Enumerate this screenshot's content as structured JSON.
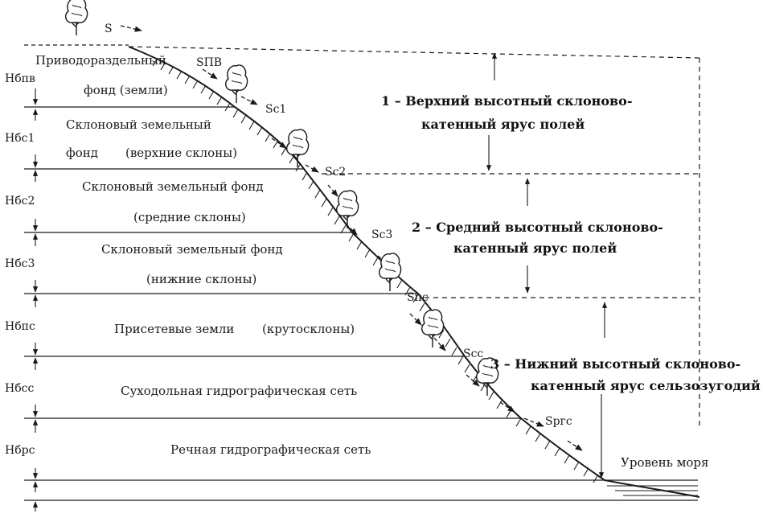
{
  "heights": [
    "Нбпв",
    "Нбс1",
    "Нбс2",
    "Нбс3",
    "Нбпс",
    "Нбсс",
    "Нбрс"
  ],
  "zones": {
    "watershed": [
      "Приводораздельный",
      "фонд (земли)"
    ],
    "upper_slopes": [
      "Склоновый земельный",
      "фонд",
      "(верхние склоны)"
    ],
    "middle_slopes": [
      "Склоновый земельный фонд",
      "(средние склоны)"
    ],
    "lower_slopes": [
      "Склоновый земельный фонд",
      "(нижние склоны)"
    ],
    "near_network": [
      "Присетевые земли",
      "(крутосклоны)"
    ],
    "dry_network": "Суходольная гидрографическая сеть",
    "river_network": "Речная гидрографическая сеть"
  },
  "slope_points": {
    "s": "S",
    "spv": "SПВ",
    "sc1": "Sc1",
    "sc2": "Sc2",
    "sc3": "Sc3",
    "sps": "Sпс",
    "ssc": "Sсс",
    "srgs": "Sргс"
  },
  "tiers": {
    "tier1": [
      "1 – Верхний высотный склоново-",
      "катенный ярус полей"
    ],
    "tier2": [
      "2 – Средний высотный склоново-",
      "катенный ярус полей"
    ],
    "tier3": [
      "3 – Нижний высотный склоново-",
      "катенный ярус сельзозугодий"
    ]
  },
  "sea_level": "Уровень моря"
}
